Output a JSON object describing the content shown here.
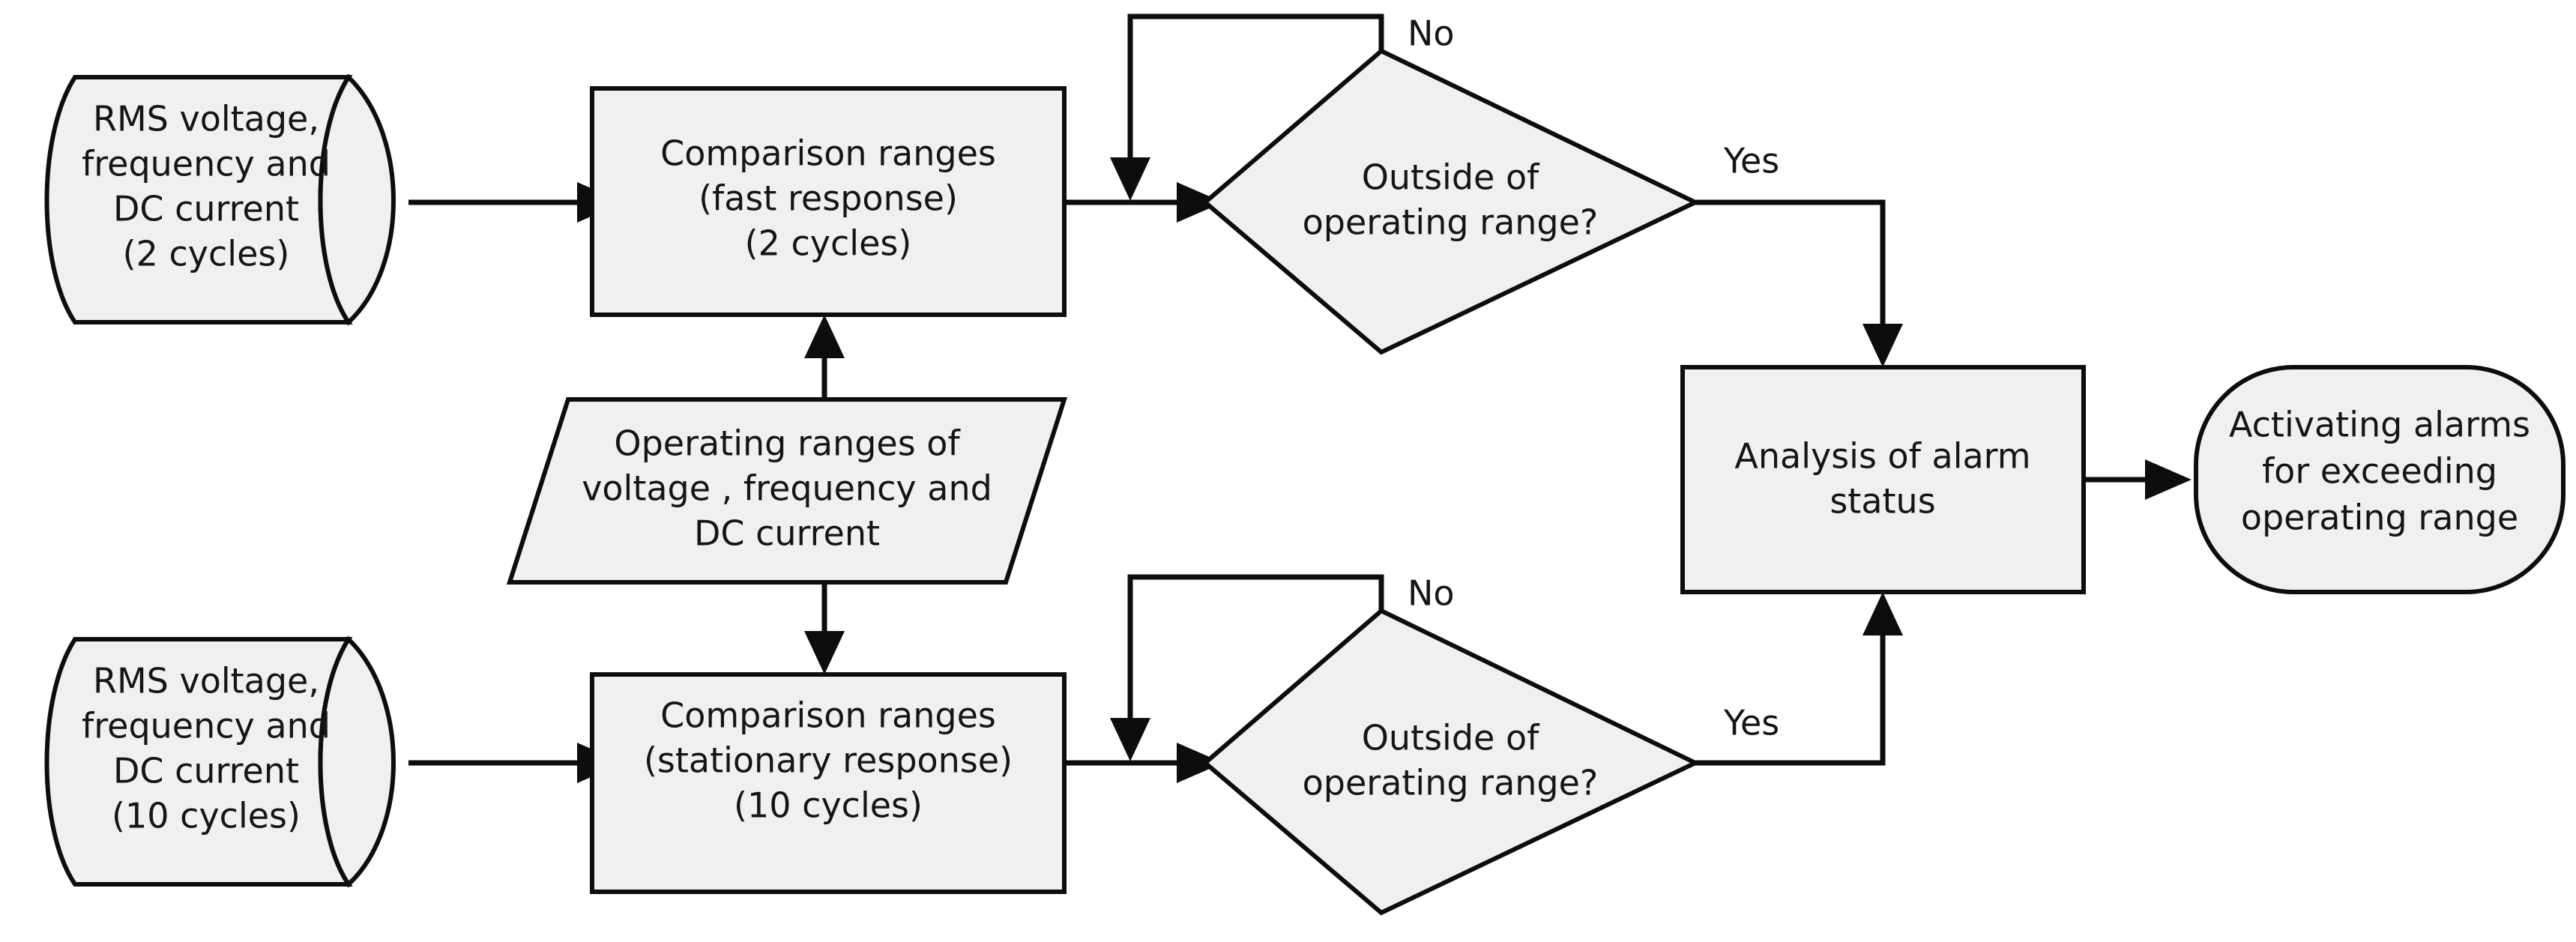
{
  "diagram": {
    "type": "flowchart",
    "title": "Power quality monitoring and alarm flowchart",
    "colors": {
      "shape_fill": "#f0f0f0",
      "shape_stroke": "#0d0d0d",
      "text": "#151515",
      "background": "#ffffff"
    },
    "nodes": {
      "input_fast": {
        "shape": "cylinder",
        "lines": [
          "RMS voltage,",
          "frequency and",
          "DC current",
          "(2 cycles)"
        ]
      },
      "compare_fast": {
        "shape": "process",
        "lines": [
          "Comparison ranges",
          "(fast response)",
          "(2 cycles)"
        ]
      },
      "decision_fast": {
        "shape": "decision",
        "lines": [
          "Outside of",
          "operating range?"
        ]
      },
      "ranges_data": {
        "shape": "parallelogram",
        "lines": [
          "Operating ranges of",
          "voltage , frequency and",
          "DC current"
        ]
      },
      "input_stationary": {
        "shape": "cylinder",
        "lines": [
          "RMS voltage,",
          "frequency and",
          "DC current",
          "(10 cycles)"
        ]
      },
      "compare_stationary": {
        "shape": "process",
        "lines": [
          "Comparison ranges",
          "(stationary response)",
          "(10 cycles)"
        ]
      },
      "decision_stationary": {
        "shape": "decision",
        "lines": [
          "Outside of",
          "operating range?"
        ]
      },
      "analysis": {
        "shape": "process",
        "lines": [
          "Analysis of alarm",
          "status"
        ]
      },
      "activating_alarms": {
        "shape": "terminator",
        "lines": [
          "Activating alarms",
          "for exceeding",
          "operating range"
        ]
      }
    },
    "edge_labels": {
      "no_top": "No",
      "yes_top": "Yes",
      "no_bottom": "No",
      "yes_bottom": "Yes"
    }
  }
}
